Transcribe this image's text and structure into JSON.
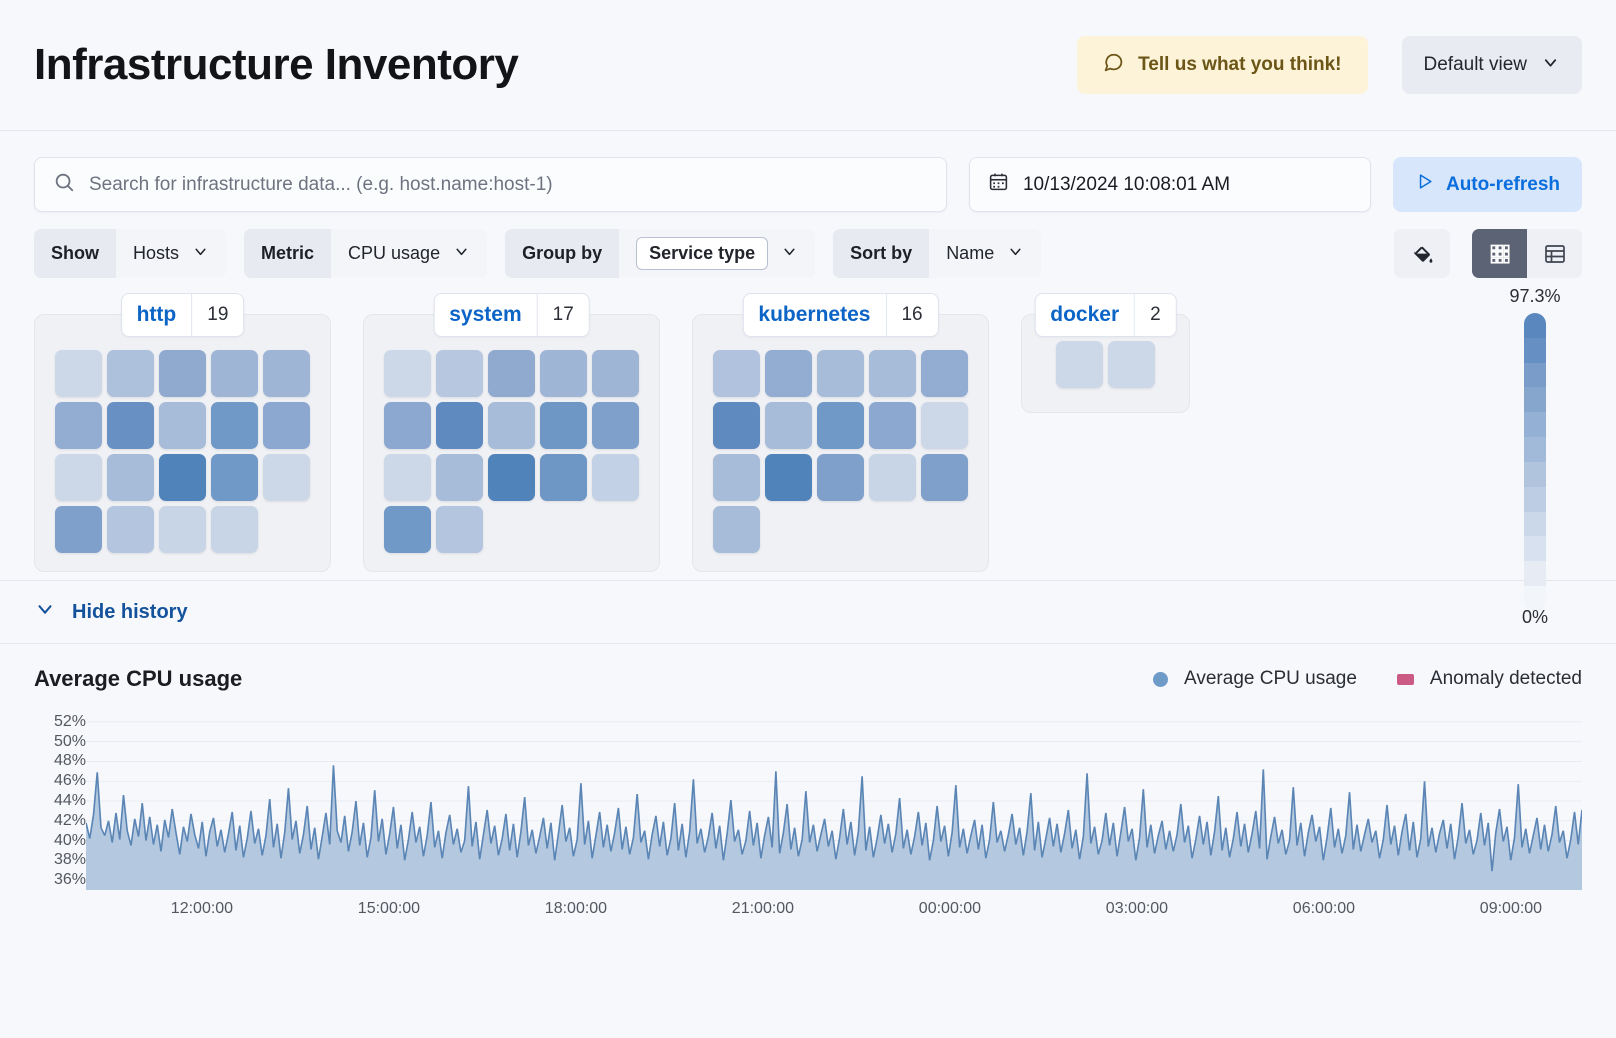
{
  "header": {
    "title": "Infrastructure Inventory",
    "feedback_label": "Tell us what you think!",
    "feedback_icon": "comment-icon",
    "view_label": "Default view",
    "view_icon": "chevron-down-icon",
    "feedback_bg": "#fdf3d8",
    "feedback_fg": "#6b5517"
  },
  "search": {
    "placeholder": "Search for infrastructure data... (e.g. host.name:host-1)",
    "icon": "search-icon",
    "value": ""
  },
  "datepicker": {
    "icon": "calendar-icon",
    "value": "10/13/2024 10:08:01 AM"
  },
  "refresh": {
    "label": "Auto-refresh",
    "icon": "play-icon",
    "accent": "#0a6edc",
    "bg": "#d7e6fb"
  },
  "filters": [
    {
      "label": "Show",
      "value": "Hosts",
      "boxed": false,
      "icon": "chevron-down-icon"
    },
    {
      "label": "Metric",
      "value": "CPU usage",
      "boxed": false,
      "icon": "chevron-down-icon"
    },
    {
      "label": "Group by",
      "value": "Service type",
      "boxed": true,
      "icon": "chevron-down-icon"
    },
    {
      "label": "Sort by",
      "value": "Name",
      "boxed": false,
      "icon": "chevron-down-icon"
    }
  ],
  "view_tools": {
    "fill_icon": "paint-bucket-icon",
    "map_icon": "grid-view-icon",
    "table_icon": "table-view-icon",
    "active": "map"
  },
  "heatmap": {
    "legend": {
      "max": "97.3%",
      "min": "0%"
    },
    "groups": [
      {
        "name": "http",
        "count": "19",
        "tiles": [
          "#ccd8e8",
          "#adc0dc",
          "#8fa9cf",
          "#9fb5d6",
          "#9fb5d6",
          "#93acd1",
          "#6990c2",
          "#a7bcd9",
          "#7099c7",
          "#8ca8d0",
          "#ccd8e8",
          "#a7bcd9",
          "#5183bb",
          "#7099c7",
          "#ccd8e8",
          "#7fa0cb",
          "#b3c5df",
          "#c8d5e6",
          "#c8d5e6"
        ]
      },
      {
        "name": "system",
        "count": "17",
        "tiles": [
          "#ccd8e8",
          "#b7c7e0",
          "#8fa9cf",
          "#9fb5d6",
          "#9fb5d6",
          "#8ca8d0",
          "#5e8ac0",
          "#a7bcd9",
          "#6e97c5",
          "#7fa0cb",
          "#ccd8e8",
          "#a7bcd9",
          "#5183bb",
          "#6e97c5",
          "#c2d1e5",
          "#7099c7",
          "#b3c5df"
        ]
      },
      {
        "name": "kubernetes",
        "count": "16",
        "tiles": [
          "#b0c2dd",
          "#93acd1",
          "#a7bcd9",
          "#a7bcd9",
          "#93acd1",
          "#5e8ac0",
          "#a7bcd9",
          "#7099c7",
          "#8ca8d0",
          "#ccd8e8",
          "#a7bcd9",
          "#5183bb",
          "#7fa0cb",
          "#c8d5e6",
          "#7fa0cb",
          "#a7bcd9"
        ]
      },
      {
        "name": "docker",
        "count": "2",
        "tiles": [
          "#ccd8e8",
          "#ccd8e8"
        ]
      }
    ]
  },
  "history": {
    "toggle_label": "Hide history",
    "toggle_icon": "chevron-down-icon"
  },
  "chart_data": {
    "type": "area",
    "title": "Average CPU usage",
    "xlabel": "",
    "ylabel": "",
    "grid": true,
    "legend_position": "top-right",
    "legend": [
      {
        "name": "Average CPU usage",
        "color": "#6f9bc8",
        "marker": "circle"
      },
      {
        "name": "Anomaly detected",
        "color": "#cb5b82",
        "marker": "square"
      }
    ],
    "ylim": [
      35,
      53
    ],
    "ytick_labels": [
      "52%",
      "50%",
      "48%",
      "46%",
      "44%",
      "42%",
      "40%",
      "38%",
      "36%"
    ],
    "ytick_values": [
      52,
      50,
      48,
      46,
      44,
      42,
      40,
      38,
      36
    ],
    "xtick_labels": [
      "12:00:00",
      "15:00:00",
      "18:00:00",
      "21:00:00",
      "00:00:00",
      "03:00:00",
      "06:00:00",
      "09:00:00"
    ],
    "series": [
      {
        "name": "Average CPU usage",
        "values": [
          41.8,
          40.2,
          42.6,
          46.9,
          41.3,
          40.5,
          42.0,
          39.8,
          42.8,
          40.1,
          44.6,
          41.0,
          39.5,
          42.2,
          40.4,
          43.8,
          40.0,
          42.4,
          39.6,
          41.6,
          38.9,
          42.1,
          40.3,
          43.2,
          40.8,
          38.6,
          41.4,
          39.9,
          42.7,
          40.6,
          39.2,
          41.9,
          38.4,
          40.9,
          42.3,
          39.4,
          41.1,
          38.8,
          40.7,
          42.9,
          39.0,
          41.5,
          38.3,
          40.2,
          43.0,
          39.7,
          41.2,
          38.5,
          40.5,
          44.2,
          39.3,
          41.7,
          38.2,
          40.8,
          45.3,
          40.1,
          42.0,
          38.7,
          40.6,
          43.5,
          39.1,
          41.3,
          38.1,
          40.4,
          42.8,
          39.6,
          47.6,
          41.0,
          39.8,
          42.5,
          38.9,
          40.9,
          44.0,
          39.5,
          41.8,
          38.3,
          40.3,
          45.1,
          39.9,
          42.2,
          38.6,
          40.7,
          43.4,
          39.2,
          41.6,
          38.0,
          40.1,
          42.9,
          39.8,
          41.4,
          38.4,
          40.5,
          43.9,
          39.3,
          41.0,
          38.2,
          40.8,
          42.6,
          39.6,
          41.2,
          38.8,
          40.0,
          45.5,
          39.4,
          41.9,
          38.1,
          40.6,
          43.1,
          39.7,
          41.5,
          38.5,
          40.2,
          42.7,
          39.0,
          41.7,
          38.3,
          40.9,
          44.4,
          39.5,
          41.1,
          38.7,
          40.4,
          42.3,
          39.2,
          41.8,
          38.0,
          40.7,
          43.6,
          39.9,
          41.3,
          38.4,
          40.1,
          45.8,
          39.6,
          42.0,
          38.2,
          40.5,
          42.9,
          39.3,
          41.6,
          38.9,
          40.8,
          43.3,
          39.1,
          41.4,
          38.6,
          40.3,
          44.7,
          39.8,
          41.0,
          38.1,
          40.6,
          42.5,
          39.4,
          41.9,
          38.5,
          40.2,
          43.8,
          39.0,
          41.7,
          38.3,
          40.9,
          46.2,
          39.7,
          41.2,
          38.8,
          40.4,
          42.8,
          39.2,
          41.5,
          38.0,
          40.7,
          44.1,
          39.9,
          41.1,
          38.6,
          40.0,
          43.0,
          39.5,
          41.8,
          38.2,
          40.5,
          42.4,
          39.3,
          47.0,
          38.7,
          40.8,
          43.7,
          39.1,
          41.3,
          38.4,
          40.1,
          45.0,
          39.8,
          41.6,
          38.9,
          40.6,
          42.2,
          39.4,
          41.0,
          38.1,
          40.3,
          43.2,
          39.6,
          41.9,
          38.5,
          40.9,
          46.5,
          39.0,
          41.4,
          38.3,
          40.2,
          42.6,
          39.7,
          41.7,
          38.8,
          40.7,
          44.3,
          39.2,
          41.1,
          38.6,
          40.4,
          42.9,
          39.5,
          41.8,
          38.0,
          40.0,
          43.5,
          39.9,
          41.5,
          38.4,
          40.8,
          45.6,
          39.3,
          41.2,
          38.7,
          40.5,
          42.1,
          39.1,
          41.6,
          38.2,
          40.1,
          43.9,
          39.8,
          41.0,
          38.9,
          40.6,
          42.7,
          39.6,
          41.3,
          38.5,
          40.9,
          44.8,
          39.0,
          41.9,
          38.3,
          40.2,
          42.3,
          39.4,
          41.7,
          38.8,
          40.7,
          43.1,
          39.2,
          41.1,
          38.1,
          40.4,
          46.8,
          39.7,
          41.4,
          38.6,
          40.0,
          42.8,
          39.5,
          41.8,
          38.4,
          40.8,
          43.4,
          39.9,
          41.2,
          38.0,
          40.3,
          45.2,
          39.3,
          41.6,
          38.7,
          40.5,
          42.0,
          39.1,
          41.0,
          38.9,
          40.6,
          43.7,
          39.8,
          41.5,
          38.2,
          40.1,
          42.5,
          39.6,
          41.9,
          38.5,
          40.9,
          44.5,
          39.0,
          41.3,
          38.3,
          40.2,
          42.9,
          39.4,
          41.7,
          38.8,
          40.7,
          43.0,
          39.2,
          47.2,
          38.1,
          40.4,
          42.4,
          39.7,
          41.1,
          38.6,
          40.0,
          45.4,
          39.5,
          41.8,
          38.4,
          40.8,
          42.6,
          39.9,
          41.4,
          38.0,
          40.3,
          43.3,
          39.3,
          41.2,
          38.7,
          40.5,
          44.9,
          39.1,
          41.6,
          38.9,
          40.6,
          42.2,
          39.8,
          41.0,
          38.2,
          40.1,
          43.6,
          39.6,
          41.5,
          38.5,
          40.9,
          42.7,
          39.0,
          41.9,
          38.3,
          40.2,
          46.0,
          39.4,
          41.3,
          38.8,
          40.7,
          42.1,
          39.2,
          41.7,
          38.1,
          40.4,
          43.8,
          39.7,
          41.1,
          38.6,
          40.0,
          42.8,
          39.5,
          41.8,
          36.9,
          40.8,
          43.2,
          39.9,
          41.4,
          38.0,
          40.3,
          45.7,
          39.3,
          41.2,
          38.7,
          40.5,
          42.3,
          39.1,
          41.6,
          38.9,
          40.6,
          43.5,
          39.8,
          41.0,
          38.2,
          40.1,
          42.9,
          39.6,
          43.1
        ]
      }
    ]
  }
}
